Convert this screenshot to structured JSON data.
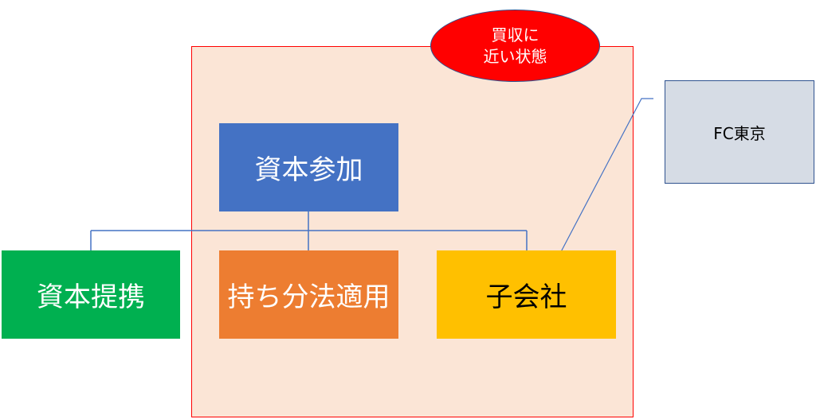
{
  "badge": {
    "line1": "買収に",
    "line2": "近い状態"
  },
  "nodes": {
    "capital_participation": "資本参加",
    "capital_alliance": "資本提携",
    "equity_method": "持ち分法適用",
    "subsidiary": "子会社",
    "callout": "FC東京"
  },
  "colors": {
    "frame_fill": "#FBE5D6",
    "frame_border": "#FF0000",
    "badge_fill": "#FF0000",
    "connector": "#4472C4",
    "capital_participation": "#4472C4",
    "capital_alliance": "#00B050",
    "equity_method": "#ED7D31",
    "subsidiary": "#FFC000",
    "callout": "#D6DCE5"
  }
}
